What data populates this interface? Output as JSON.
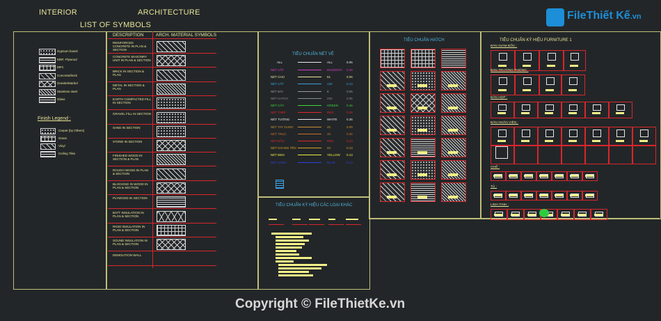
{
  "header": {
    "interior": "INTERIOR",
    "architecture": "ARCHITECTURE",
    "list_of_symbols": "LIST OF SYMBOLS"
  },
  "logo": {
    "text_file": "File",
    "text_thiet": "Thiết Kế",
    "text_vn": ".vn"
  },
  "legend_left": {
    "items": [
      "Gypsum board",
      "MDF, Plywood",
      "MFC",
      "Concrete/brick",
      "Granite/Marbel",
      "Stainless steel",
      "Glass"
    ],
    "finish_title": "Finish Legend :",
    "finish_items": [
      "Carpet (by Others)",
      "Grass",
      "Vinyl",
      "Ceiling Tiles"
    ]
  },
  "symbols_table": {
    "col_description": "DESCRIPTION",
    "col_symbols": "ARCH. MATERIAL SYMBOLS",
    "rows": [
      {
        "desc": "REINFORCED CONCRETE IN PLAN & SECTION",
        "hatch": "diag"
      },
      {
        "desc": "CONCRETE MASONRY UNIT IN PLAN & SECTION",
        "hatch": "cross"
      },
      {
        "desc": "BRICK IN SECTION & PLAN",
        "hatch": "diag"
      },
      {
        "desc": "METAL IN SECTION & PLAN",
        "hatch": "dense"
      },
      {
        "desc": "EARTH COMPACTED FILL IN SECTION",
        "hatch": "dots"
      },
      {
        "desc": "GRAVEL FILL IN SECTION",
        "hatch": "dots"
      },
      {
        "desc": "SAND IN SECTION",
        "hatch": "dots"
      },
      {
        "desc": "STONE IN SECTION",
        "hatch": "cross"
      },
      {
        "desc": "FINISHED WOOD IN SECTION & PLAN",
        "hatch": "dense"
      },
      {
        "desc": "ROUGH WOOD IN PLAN & SECTION",
        "hatch": "diag"
      },
      {
        "desc": "BLOCKING IN WOOD IN PLAN & SECTION",
        "hatch": "cross"
      },
      {
        "desc": "PLYWOOD IN SECTION",
        "hatch": "horiz"
      },
      {
        "desc": "BATT INSULATION IN PLAN & SECTION",
        "hatch": "zig"
      },
      {
        "desc": "RIGID INSULATION IN PLAN & SECTION",
        "hatch": "grid"
      },
      {
        "desc": "SOUND INSULATION IN PLAN & SECTION",
        "hatch": "cross"
      },
      {
        "desc": "DEMOLITION WALL",
        "hatch": "none"
      }
    ]
  },
  "pen_table": {
    "title": "TIÊU CHUẨN NÉT VẼ",
    "head": [
      "ALL",
      "ALL",
      "0.05"
    ],
    "rows": [
      {
        "name": "NÉT CẮT",
        "color": "MAGENTA",
        "w": "0.40",
        "c": "#d23cc8"
      },
      {
        "name": "NÉT CHÚ",
        "color": "61",
        "w": "0.05",
        "c": "#e7e59a"
      },
      {
        "name": "NÉT CẮT",
        "color": "130",
        "w": "0.13",
        "c": "#3aa0e0"
      },
      {
        "name": "NÉT ĐÁI",
        "color": "8",
        "w": "0.05",
        "c": "#9a9a9a"
      },
      {
        "name": "NÉT HATCH",
        "color": "250",
        "w": "0.05",
        "c": "#8a8a8a"
      },
      {
        "name": "NÉT CÂY",
        "color": "GREEN",
        "w": "0.15",
        "c": "#3ed43e"
      },
      {
        "name": "NÉT THÉP",
        "color": "RED",
        "w": "0.25",
        "c": "#d9262c"
      },
      {
        "name": "NÉT TƯỜNG",
        "color": "WHITE",
        "w": "0.35",
        "c": "#e8e8e8"
      },
      {
        "name": "NÉT TAY DUNG",
        "color": "40",
        "w": "0.09",
        "c": "#c89030"
      },
      {
        "name": "NÉT TRỤC",
        "color": "30",
        "w": "0.05",
        "c": "#c87030"
      },
      {
        "name": "NÉT BẢO",
        "color": "RED",
        "w": "0.13",
        "c": "#d9262c"
      },
      {
        "name": "NÉT KHUNG TÊN",
        "color": "44",
        "w": "0.13",
        "c": "#d8a020"
      },
      {
        "name": "NÉT ĐEN",
        "color": "YELLOW",
        "w": "0.13",
        "c": "#f0ef40"
      },
      {
        "name": "NÉT XANH",
        "color": "BLUE",
        "w": "0.13",
        "c": "#3040e0"
      }
    ]
  },
  "other_symbols": {
    "title": "TIÊU CHUẨN KÝ HIỆU CÁC LOẠI KHÁC"
  },
  "hatch_std": {
    "title": "TIÊU CHUẨN HATCH"
  },
  "furniture": {
    "title": "TIÊU CHUẨN KÝ HIỆU FURNITURE 1",
    "groups": [
      "BÀN GIÁM ĐỐC :",
      "BÀN TRƯỞNG PHÒNG :",
      "BÀN HỌP :",
      "BÀN NHÂN VIÊN :",
      "GHẾ :",
      "TỦ :",
      "LINH TINH :"
    ]
  },
  "footer": {
    "copyright": "Copyright © FileThietKe.vn"
  },
  "colors": {
    "bg": "#232628",
    "frame": "#bfbf7a",
    "text": "#e7e59a",
    "red": "#d9262c",
    "yellow_bar": "#f0ef86"
  }
}
